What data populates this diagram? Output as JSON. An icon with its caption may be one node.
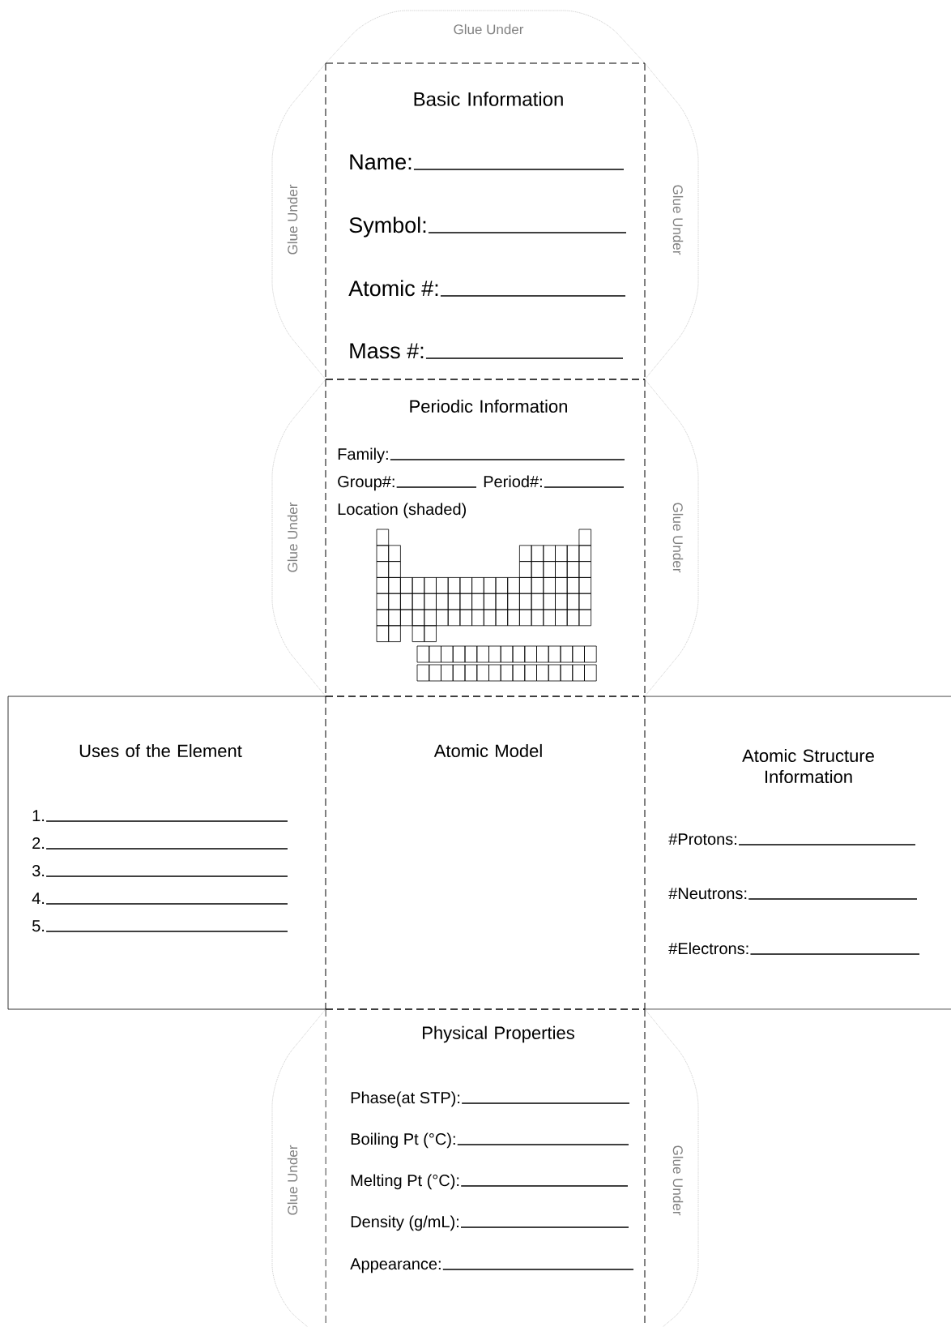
{
  "diagram": {
    "nodes": [
      {
        "text": [
          "Glue Under"
        ]
      },
      {
        "text": [
          "Basic Information",
          "Name:",
          "Symbol:",
          "Atomic #:",
          "Mass #:"
        ]
      },
      {
        "text": [
          "Glue Under"
        ]
      },
      {
        "text": [
          "Glue Under"
        ]
      },
      {
        "text": [
          "Periodic Information",
          "Family:",
          "Group#:",
          "Period#:",
          "Location (shaded)"
        ]
      },
      {
        "text": [
          "Glue Under"
        ]
      },
      {
        "text": [
          "Glue Under"
        ]
      },
      {
        "text": [
          "Uses of the Element",
          "1.",
          "2.",
          "3.",
          "4.",
          "5."
        ]
      },
      {
        "text": [
          "Atomic Model"
        ]
      },
      {
        "text": [
          "Atomic Structure Information",
          "#Protons:",
          "#Neutrons:",
          "#Electrons:"
        ]
      },
      {
        "text": [
          "Physical Properties",
          "Phase(at STP):",
          "Boiling Pt (°C):",
          "Melting Pt (°C):",
          "Density (g/mL):",
          "Appearance:"
        ]
      },
      {
        "text": [
          "Glue Under"
        ]
      },
      {
        "text": [
          "Glue Under"
        ]
      }
    ]
  }
}
